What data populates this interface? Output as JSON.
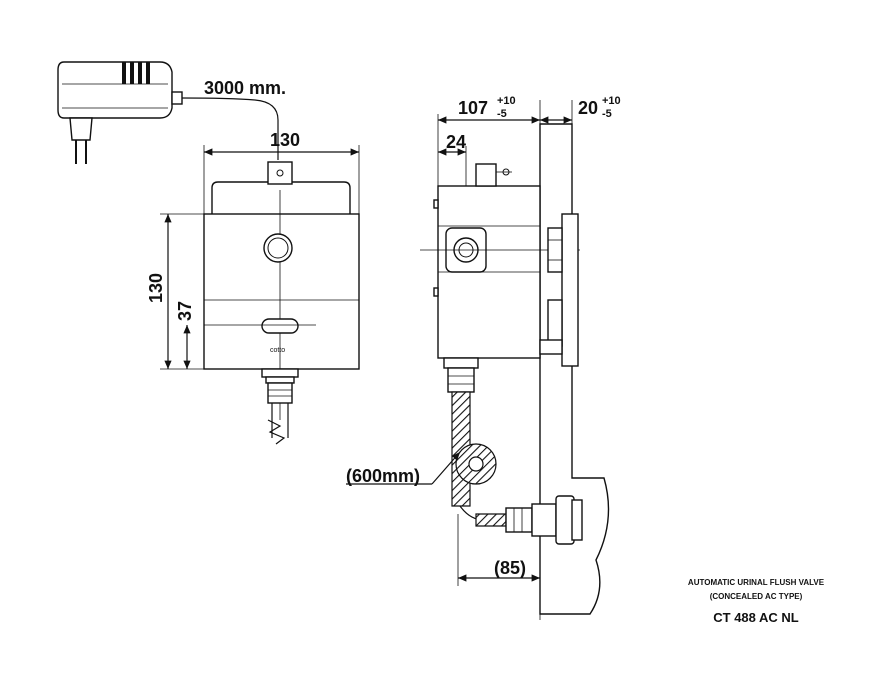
{
  "cable_length": "3000 mm.",
  "front_width": "130",
  "front_height": "130",
  "sensor_offset": "37",
  "side_depth": "107",
  "side_depth_tol_plus": "+10",
  "side_depth_tol_minus": "-5",
  "wall_offset": "20",
  "wall_offset_tol_plus": "+10",
  "wall_offset_tol_minus": "-5",
  "inlet_offset": "24",
  "hose_length": "(600mm)",
  "outlet_depth": "(85)",
  "brand_label": "cotto",
  "caption_line1": "AUTOMATIC URINAL FLUSH VALVE",
  "caption_line2": "(CONCEALED AC TYPE)",
  "model_code": "CT 488 AC NL"
}
